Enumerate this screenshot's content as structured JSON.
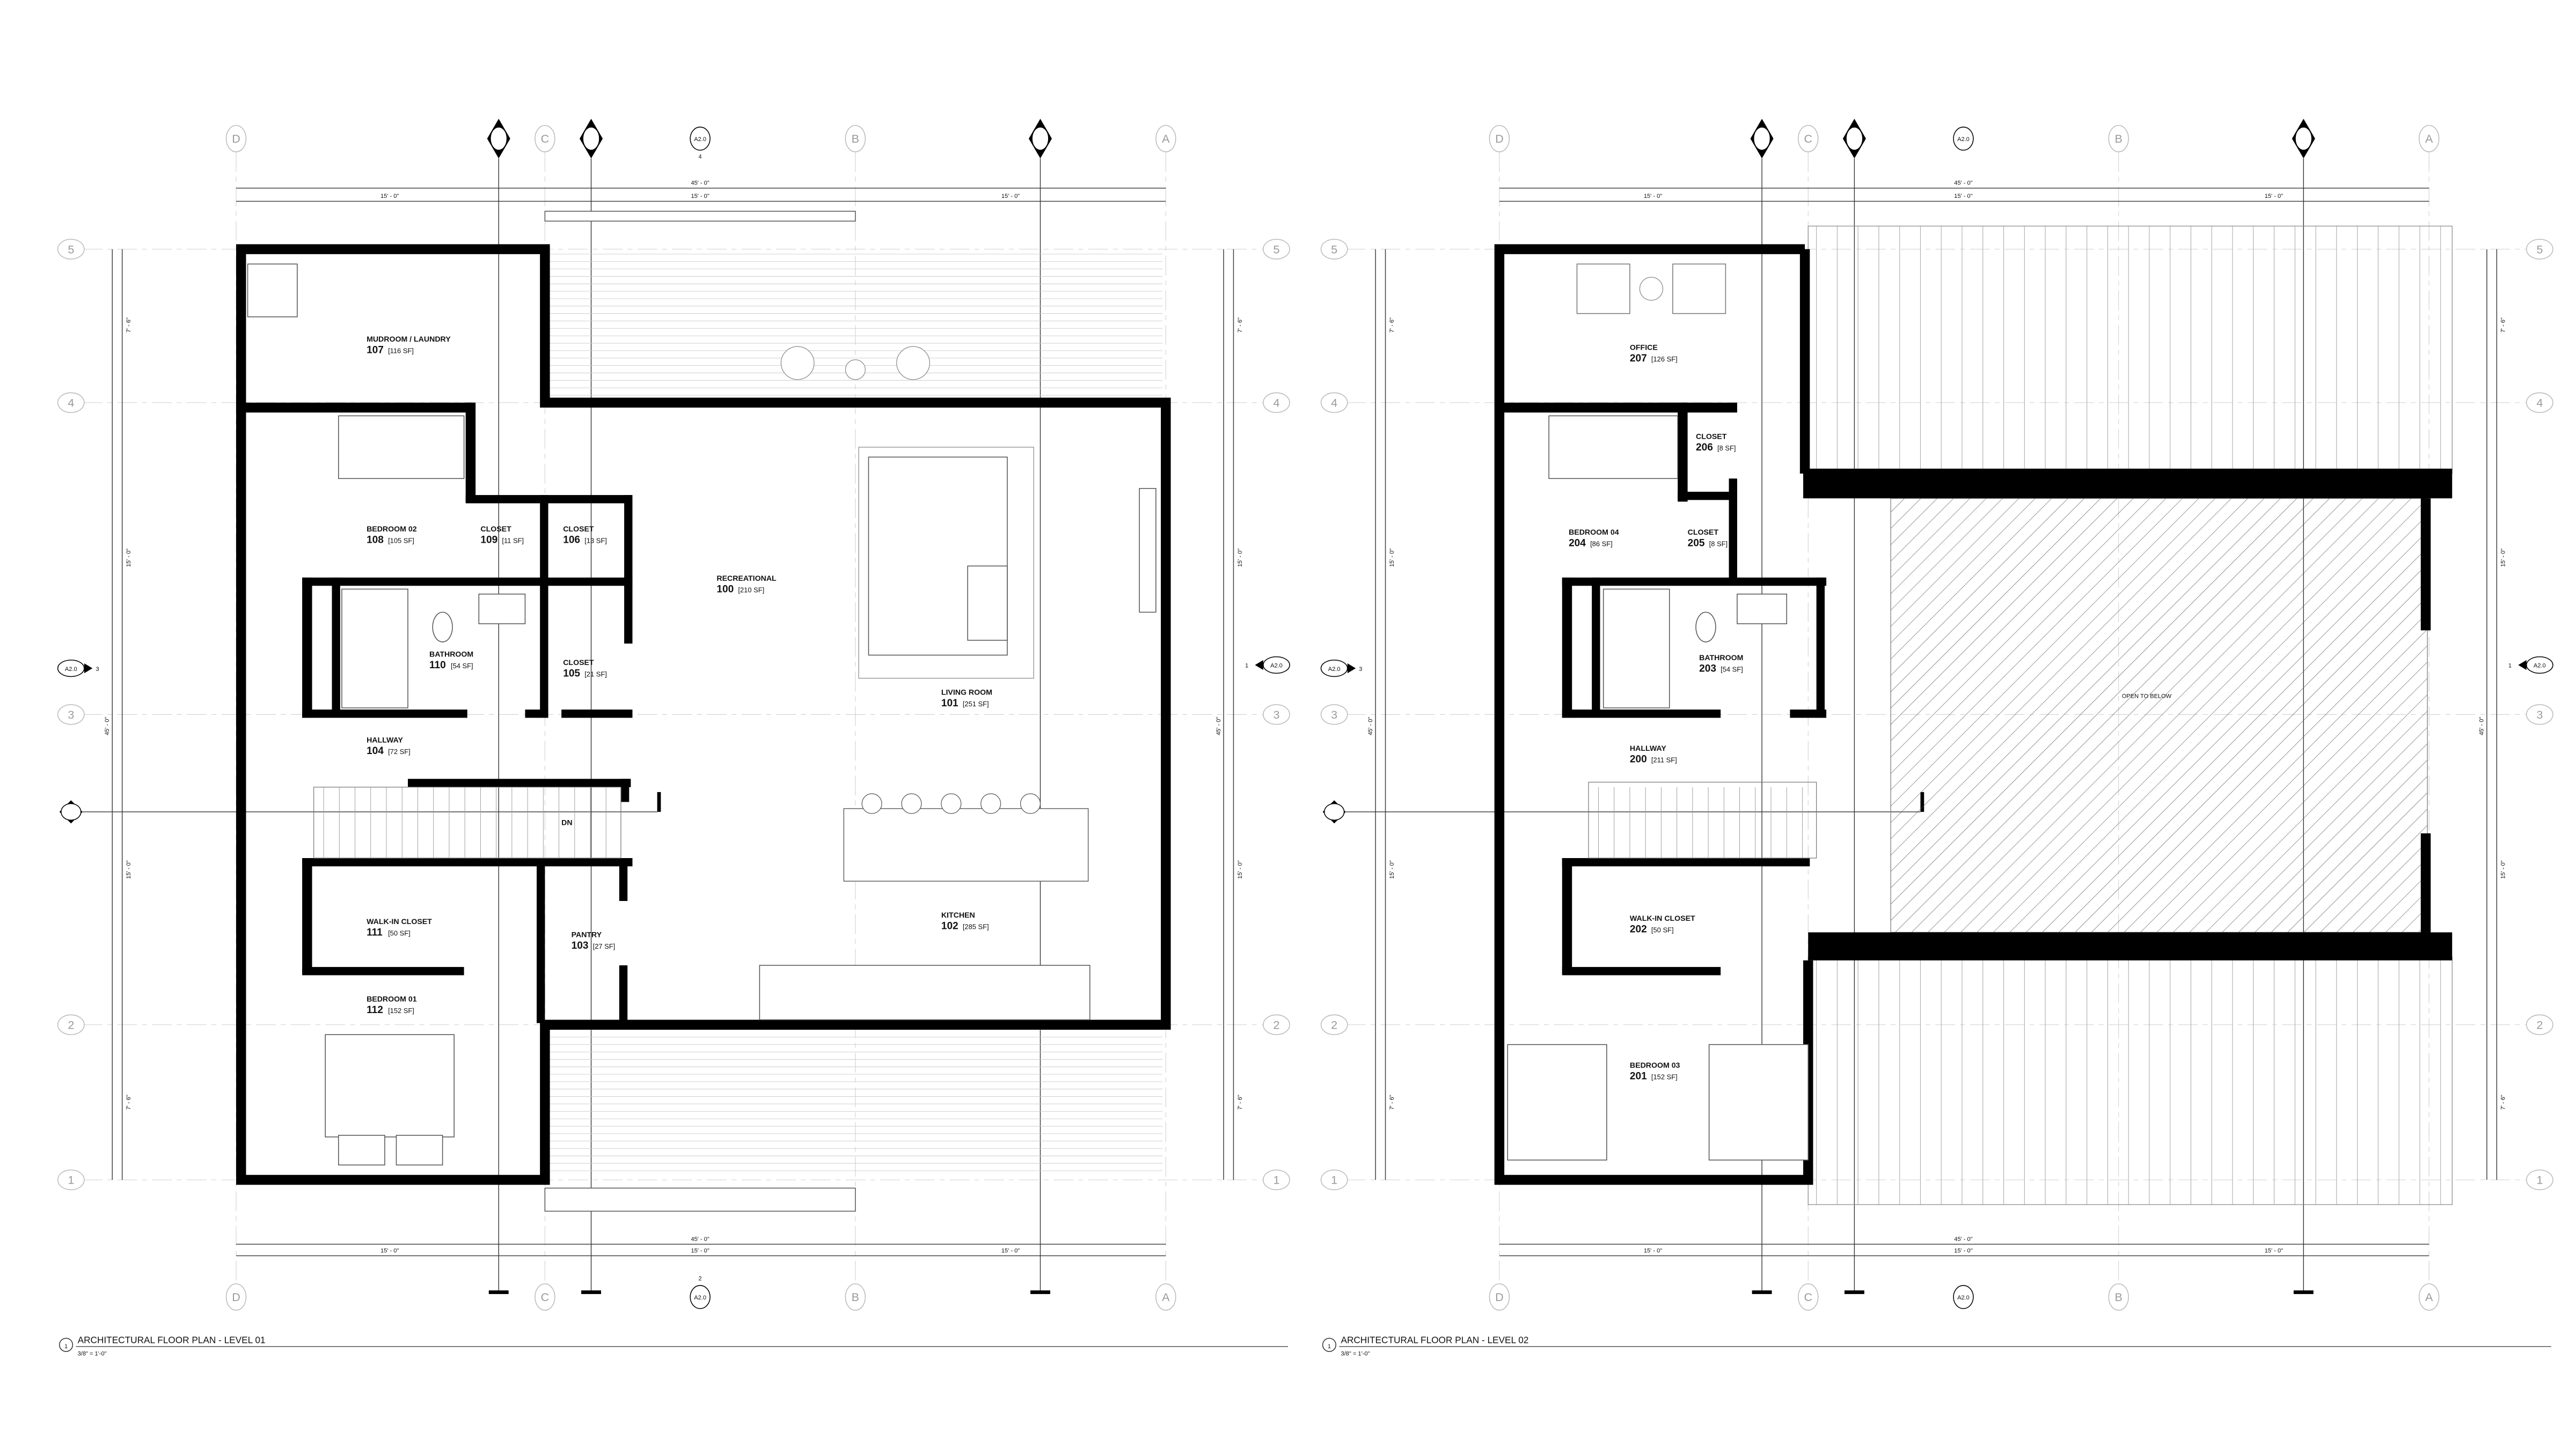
{
  "colors": {
    "wall": "#000000",
    "grid_line": "#c8c8c8",
    "grid_text": "#9a9a9a",
    "linework": "#555555",
    "background": "#ffffff"
  },
  "levels": [
    {
      "callout_number": "1",
      "title": "ARCHITECTURAL FLOOR PLAN - LEVEL 01",
      "scale": "3/8\" = 1'-0\"",
      "grid_columns": [
        "D",
        "C",
        "B",
        "A"
      ],
      "grid_rows": [
        "5",
        "4",
        "3",
        "2",
        "1"
      ],
      "dims_horizontal": {
        "overall": "45' - 0\"",
        "bays": [
          "15' - 0\"",
          "15' - 0\"",
          "15' - 0\""
        ]
      },
      "dims_vertical": {
        "overall": "45' - 0\"",
        "bays": [
          "7' - 6\"",
          "15' - 0\"",
          "15' - 0\"",
          "7' - 6\""
        ]
      },
      "section_refs": {
        "sheet": "A2.0",
        "top": "4",
        "bottom": "2",
        "left": "3",
        "right": "1"
      },
      "rooms": [
        {
          "name": "MUDROOM / LAUNDRY",
          "number": "107",
          "area": "[116 SF]"
        },
        {
          "name": "BEDROOM 02",
          "number": "108",
          "area": "[105 SF]"
        },
        {
          "name": "CLOSET",
          "number": "109",
          "area": "[11 SF]"
        },
        {
          "name": "CLOSET",
          "number": "106",
          "area": "[13 SF]"
        },
        {
          "name": "RECREATIONAL",
          "number": "100",
          "area": "[210 SF]"
        },
        {
          "name": "BATHROOM",
          "number": "110",
          "area": "[54 SF]"
        },
        {
          "name": "CLOSET",
          "number": "105",
          "area": "[21 SF]"
        },
        {
          "name": "LIVING ROOM",
          "number": "101",
          "area": "[251 SF]"
        },
        {
          "name": "HALLWAY",
          "number": "104",
          "area": "[72 SF]"
        },
        {
          "name": "WALK-IN CLOSET",
          "number": "111",
          "area": "[50 SF]"
        },
        {
          "name": "PANTRY",
          "number": "103",
          "area": "[27 SF]"
        },
        {
          "name": "KITCHEN",
          "number": "102",
          "area": "[285 SF]"
        },
        {
          "name": "BEDROOM 01",
          "number": "112",
          "area": "[152 SF]"
        }
      ],
      "annotations": [
        "DN"
      ]
    },
    {
      "callout_number": "1",
      "title": "ARCHITECTURAL FLOOR PLAN - LEVEL 02",
      "scale": "3/8\" = 1'-0\"",
      "grid_columns": [
        "D",
        "C",
        "B",
        "A"
      ],
      "grid_rows": [
        "5",
        "4",
        "3",
        "2",
        "1"
      ],
      "dims_horizontal": {
        "overall": "45' - 0\"",
        "bays": [
          "15' - 0\"",
          "15' - 0\"",
          "15' - 0\""
        ]
      },
      "dims_vertical": {
        "overall": "45' - 0\"",
        "bays": [
          "7' - 6\"",
          "15' - 0\"",
          "15' - 0\"",
          "7' - 6\""
        ]
      },
      "section_refs": {
        "sheet": "A2.0",
        "top": "",
        "bottom": "",
        "left": "3",
        "right": "1"
      },
      "rooms": [
        {
          "name": "OFFICE",
          "number": "207",
          "area": "[126 SF]"
        },
        {
          "name": "CLOSET",
          "number": "206",
          "area": "[8 SF]"
        },
        {
          "name": "BEDROOM 04",
          "number": "204",
          "area": "[86 SF]"
        },
        {
          "name": "CLOSET",
          "number": "205",
          "area": "[8 SF]"
        },
        {
          "name": "BATHROOM",
          "number": "203",
          "area": "[54 SF]"
        },
        {
          "name": "HALLWAY",
          "number": "200",
          "area": "[211 SF]"
        },
        {
          "name": "WALK-IN CLOSET",
          "number": "202",
          "area": "[50 SF]"
        },
        {
          "name": "BEDROOM 03",
          "number": "201",
          "area": "[152 SF]"
        }
      ],
      "annotations": [
        "OPEN TO BELOW"
      ]
    }
  ]
}
